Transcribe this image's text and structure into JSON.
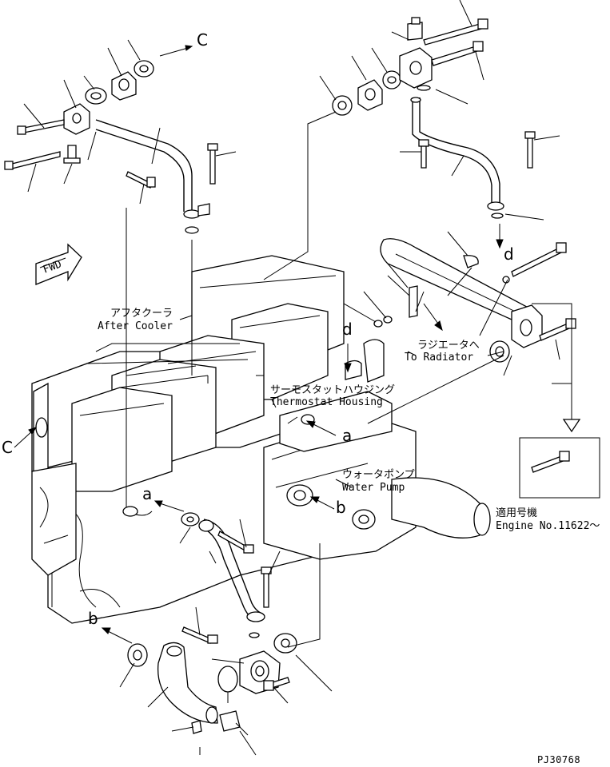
{
  "labels": {
    "after_cooler_jp": "アフタクーラ",
    "after_cooler_en": "After Cooler",
    "to_radiator_jp": "ラジエータへ",
    "to_radiator_en": "To Radiator",
    "thermostat_jp": "サーモスタットハウジング",
    "thermostat_en": "Thermostat Housing",
    "water_pump_jp": "ウォータポンプ",
    "water_pump_en": "Water Pump",
    "applicable_jp": "適用号機",
    "engine_no": "Engine No.11622～",
    "fwd": "FWD",
    "drawing_no": "PJ30768"
  },
  "refs": {
    "c": "C",
    "a": "a",
    "b": "b",
    "d": "d"
  }
}
